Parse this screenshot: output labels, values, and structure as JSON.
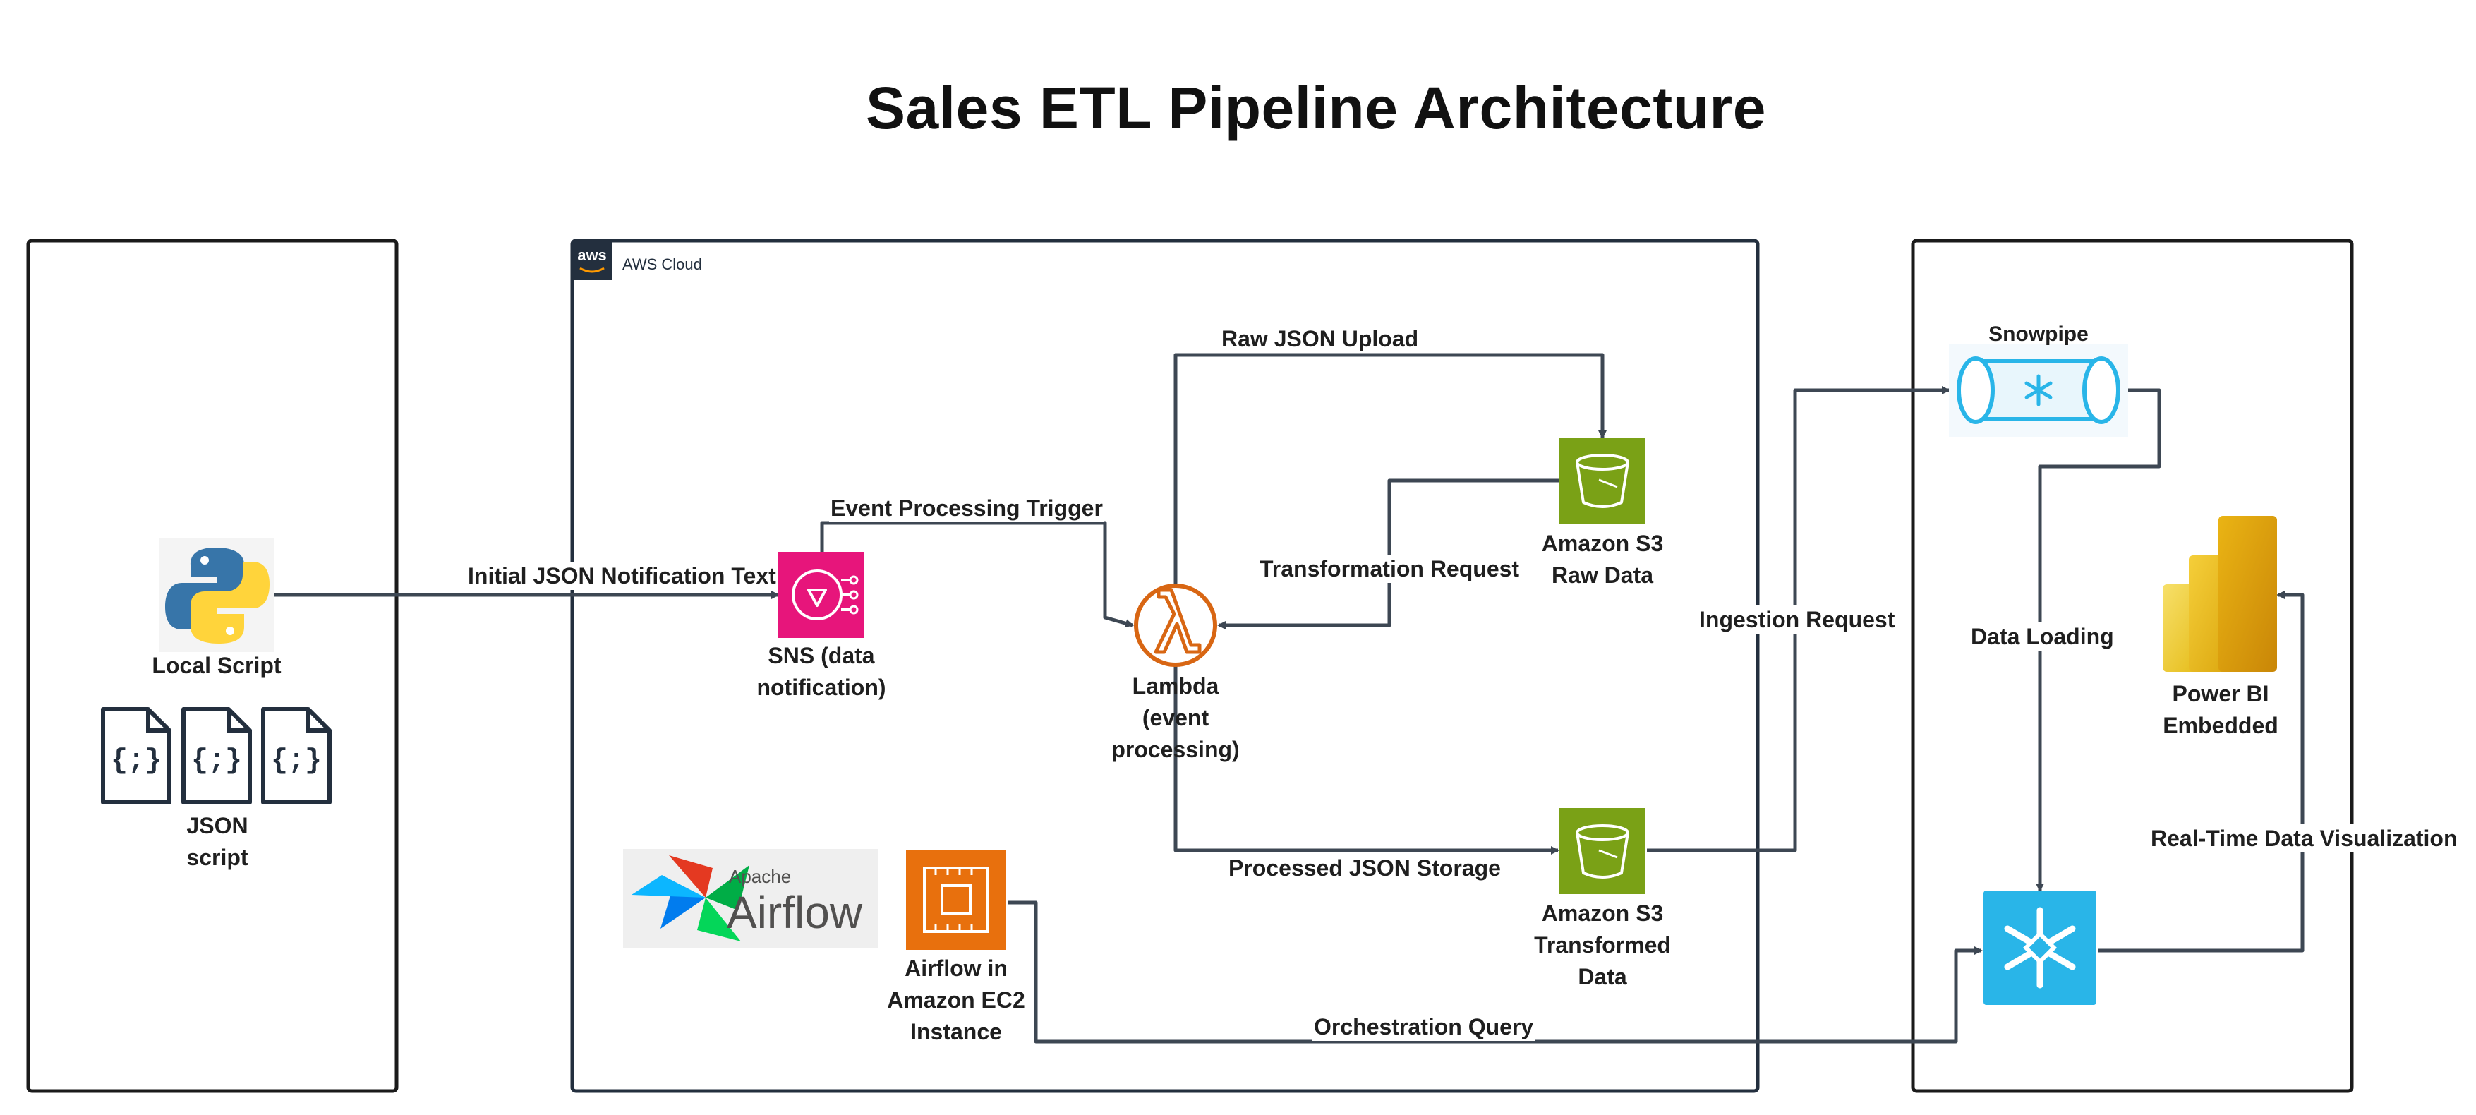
{
  "title": "Sales ETL Pipeline Architecture",
  "groups": {
    "aws": "AWS Cloud",
    "aws_logo": "aws"
  },
  "nodes": {
    "local_script": "Local Script",
    "json_script": [
      "JSON",
      "script"
    ],
    "sns": [
      "SNS (data",
      "notification)"
    ],
    "lambda": [
      "Lambda",
      "(event",
      "processing)"
    ],
    "s3_raw": [
      "Amazon S3",
      "Raw Data"
    ],
    "s3_transformed": [
      "Amazon S3",
      "Transformed",
      "Data"
    ],
    "airflow_ec2": [
      "Airflow in",
      "Amazon EC2",
      "Instance"
    ],
    "snowpipe": "Snowpipe",
    "powerbi": [
      "Power BI",
      "Embedded"
    ]
  },
  "airflow_logo": {
    "small": "Apache",
    "big": "Airflow"
  },
  "json_icon_text": "{;}",
  "edges": {
    "initial": "Initial JSON Notification Text",
    "event_trigger": "Event Processing Trigger",
    "raw_upload": "Raw JSON Upload",
    "transform_req": "Transformation Request",
    "processed": "Processed JSON Storage",
    "ingestion": "Ingestion Request",
    "data_loading": "Data Loading",
    "realtime": "Real-Time Data Visualization",
    "orchestration": "Orchestration Query"
  },
  "colors": {
    "line": "#3d4753",
    "aws_dark": "#232f3e",
    "sns": "#e7157b",
    "lambda": "#d86613",
    "s3": "#7aa116",
    "ec2": "#e8700d",
    "snowflake": "#29b5e8",
    "powerbi": "#f2c811"
  }
}
